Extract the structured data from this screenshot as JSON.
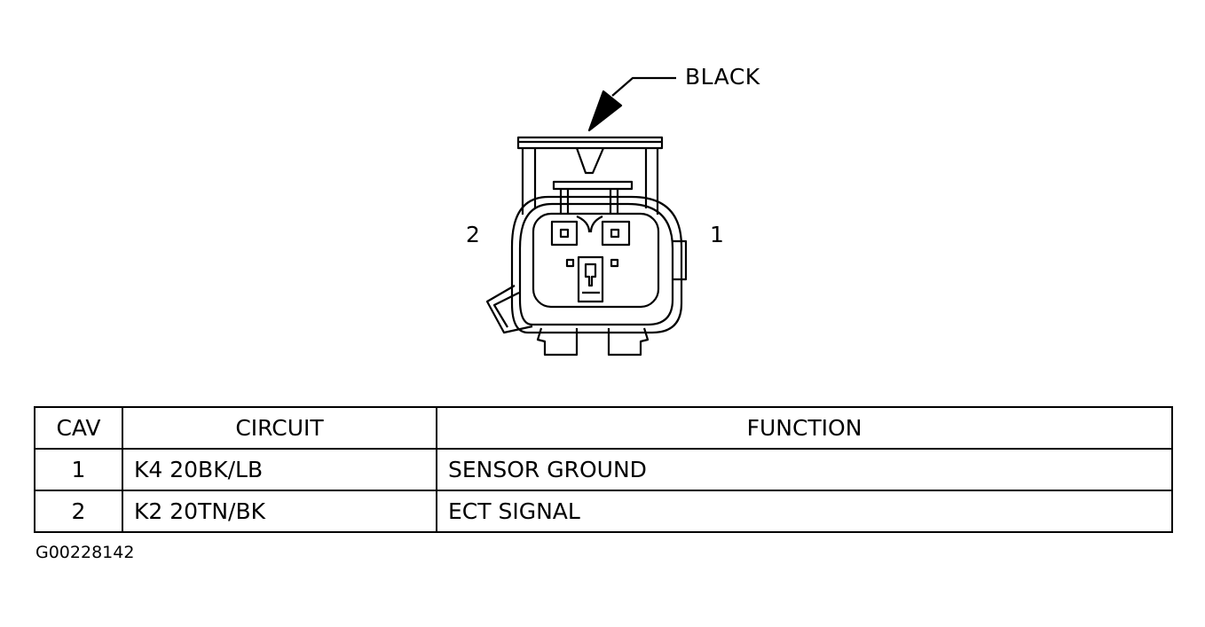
{
  "connector": {
    "color_label": "BLACK",
    "cavity_labels": {
      "left": "2",
      "right": "1"
    }
  },
  "table": {
    "headers": {
      "cav": "CAV",
      "circuit": "CIRCUIT",
      "function": "FUNCTION"
    },
    "rows": [
      {
        "cav": "1",
        "circuit": "K4 20BK/LB",
        "function": "SENSOR GROUND"
      },
      {
        "cav": "2",
        "circuit": "K2 20TN/BK",
        "function": "ECT SIGNAL"
      }
    ]
  },
  "figure_id": "G00228142"
}
